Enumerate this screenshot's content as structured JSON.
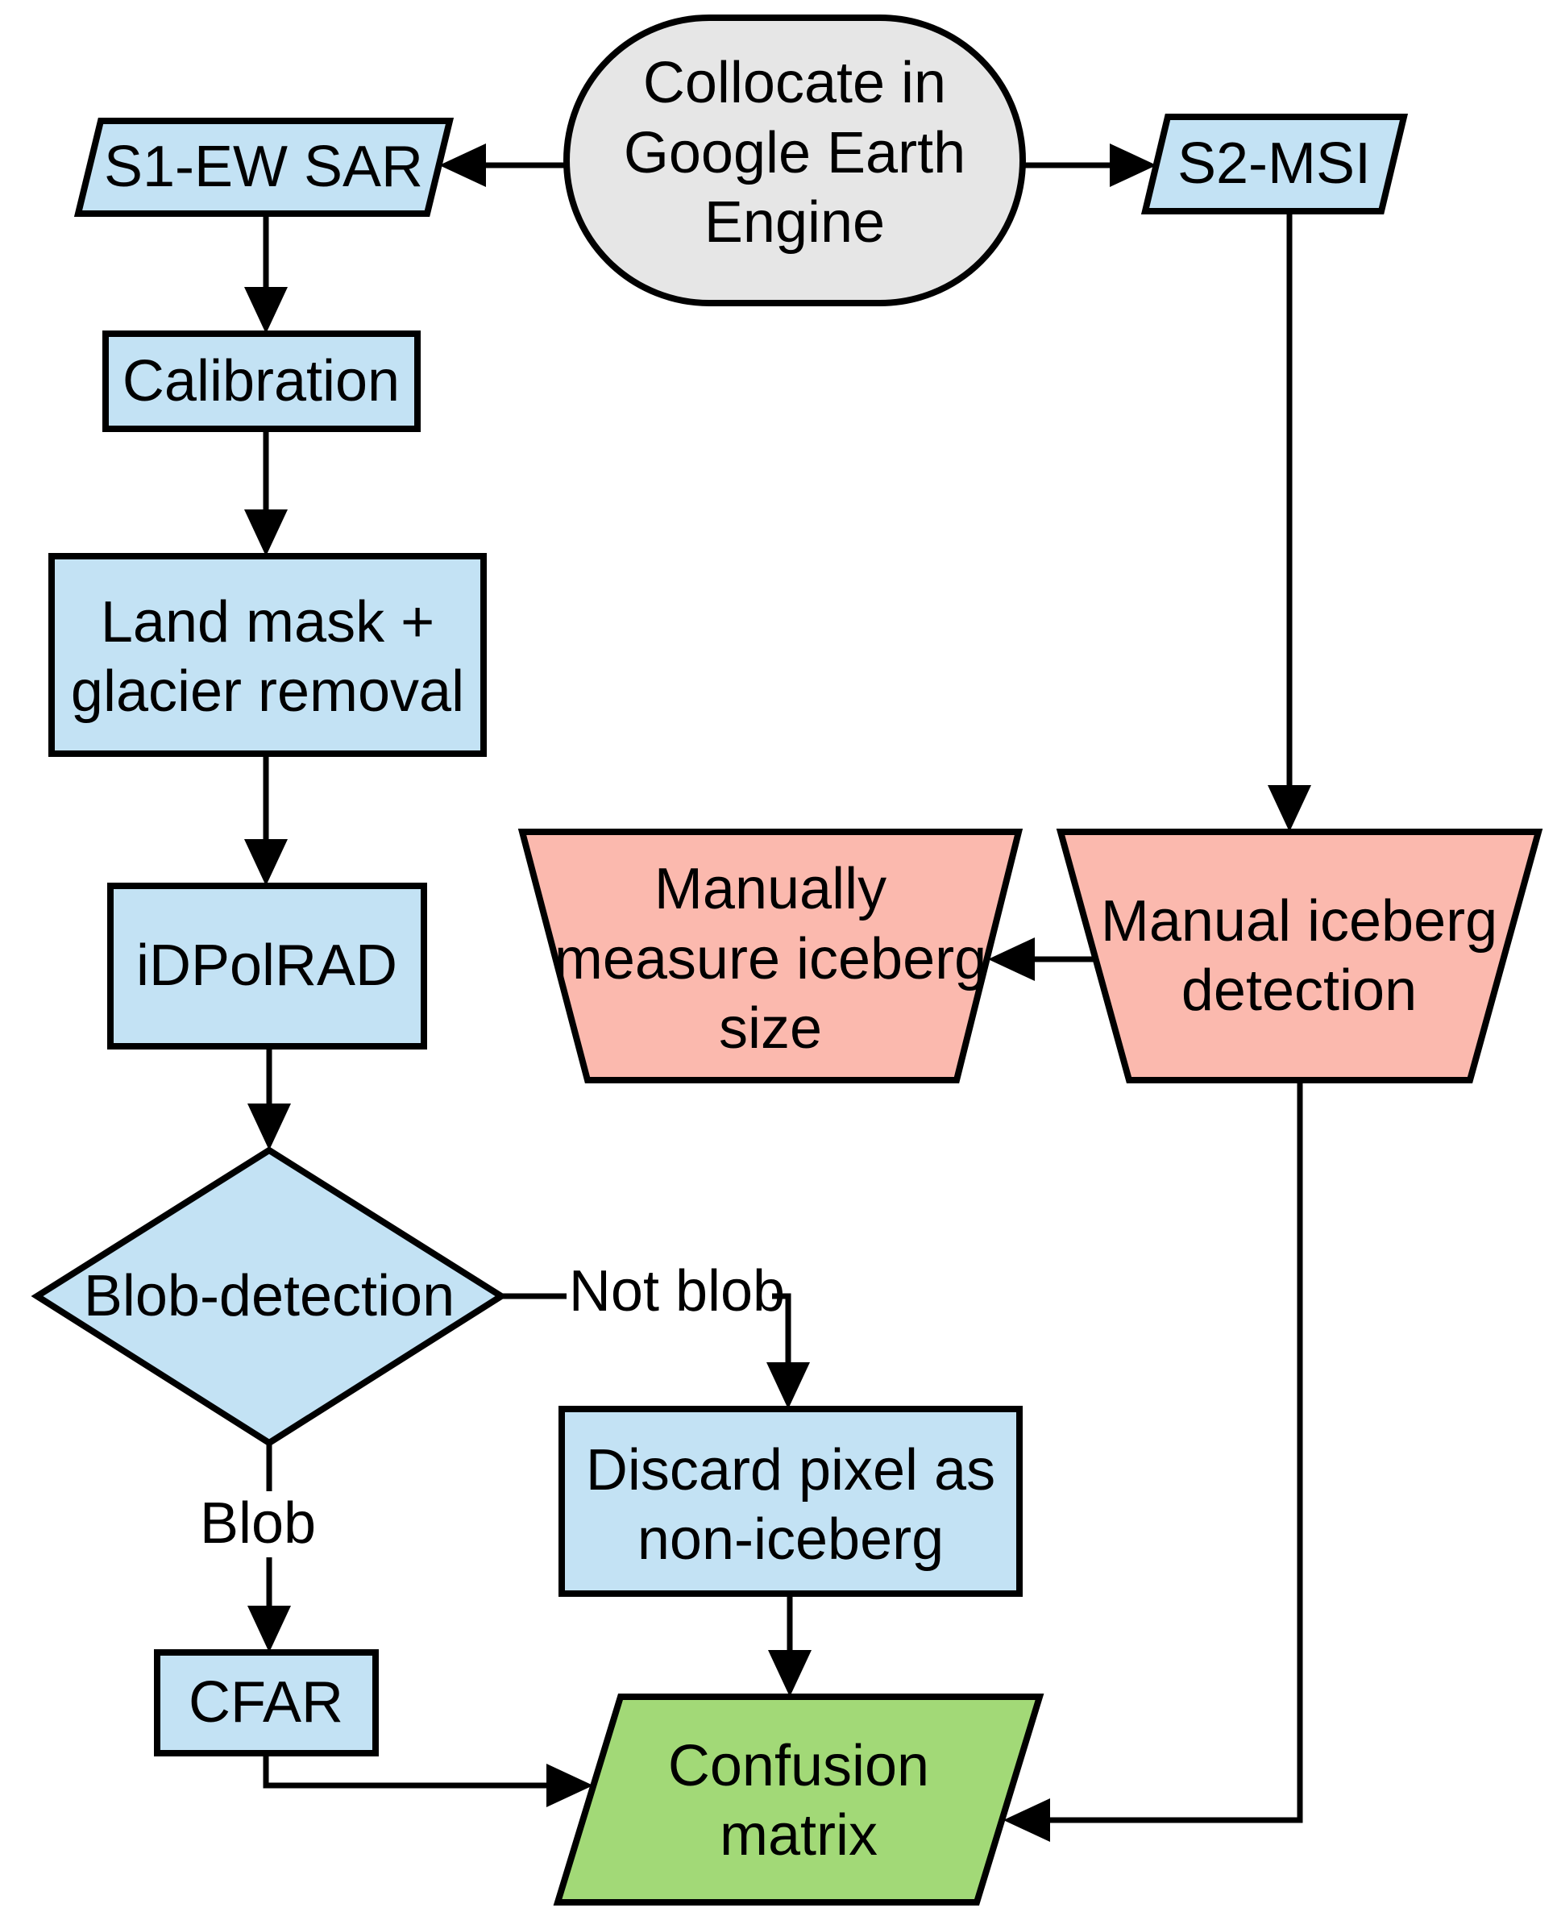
{
  "diagram": {
    "type": "flowchart",
    "background": "#FFFFFF",
    "colors": {
      "process_blue": "#C3E2F4",
      "manual_pink": "#FBB9AE",
      "result_green": "#A2D977",
      "terminator_gray": "#E6E6E6",
      "line_black": "#000000"
    },
    "nodes": {
      "collocate": {
        "label": "Collocate in Google Earth Engine",
        "shape": "terminator"
      },
      "s1": {
        "label": "S1-EW SAR",
        "shape": "parallelogram"
      },
      "s2": {
        "label": "S2-MSI",
        "shape": "parallelogram"
      },
      "calibration": {
        "label": "Calibration",
        "shape": "process"
      },
      "landmask": {
        "label": "Land mask + glacier removal",
        "shape": "process"
      },
      "idpolrad": {
        "label": "iDPolRAD",
        "shape": "process"
      },
      "blob_detection": {
        "label": "Blob-detection",
        "shape": "decision"
      },
      "discard": {
        "label": "Discard pixel as non-iceberg",
        "shape": "process"
      },
      "cfar": {
        "label": "CFAR",
        "shape": "process"
      },
      "manual_measure": {
        "label": "Manually measure iceberg size",
        "shape": "trapezoid"
      },
      "manual_detect": {
        "label": "Manual iceberg detection",
        "shape": "trapezoid"
      },
      "confusion": {
        "label": "Confusion matrix",
        "shape": "parallelogram"
      }
    },
    "edge_labels": {
      "not_blob": "Not blob",
      "blob": "Blob"
    },
    "edges": [
      {
        "from": "collocate",
        "to": "s1"
      },
      {
        "from": "collocate",
        "to": "s2"
      },
      {
        "from": "s1",
        "to": "calibration"
      },
      {
        "from": "calibration",
        "to": "landmask"
      },
      {
        "from": "landmask",
        "to": "idpolrad"
      },
      {
        "from": "idpolrad",
        "to": "blob_detection"
      },
      {
        "from": "blob_detection",
        "to": "discard",
        "label": "Not blob"
      },
      {
        "from": "blob_detection",
        "to": "cfar",
        "label": "Blob"
      },
      {
        "from": "cfar",
        "to": "confusion"
      },
      {
        "from": "discard",
        "to": "confusion"
      },
      {
        "from": "s2",
        "to": "manual_detect"
      },
      {
        "from": "manual_detect",
        "to": "manual_measure"
      },
      {
        "from": "manual_detect",
        "to": "confusion"
      }
    ]
  }
}
